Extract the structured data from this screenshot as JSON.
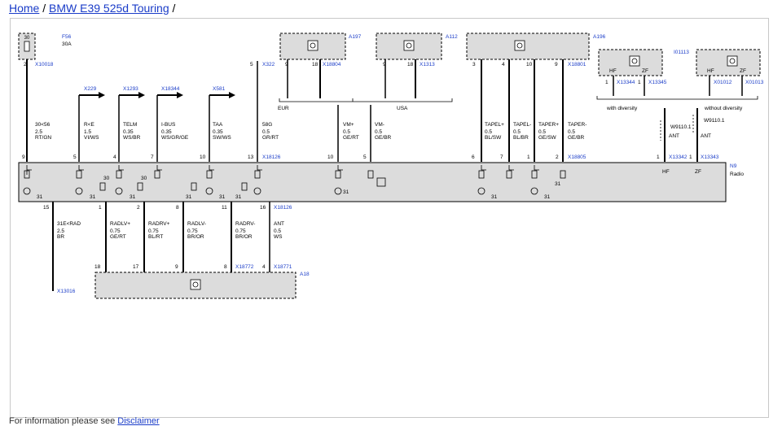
{
  "breadcrumb": {
    "home": "Home",
    "separator": "/",
    "current": "BMW E39 525d Touring",
    "trailing": "/"
  },
  "footer": {
    "text": "For information please see ",
    "link": "Disclaimer"
  },
  "fuse": {
    "id": "F56",
    "rating_top": "30",
    "rating": "30A",
    "pin": "2",
    "connector": "X10018"
  },
  "outputs": [
    {
      "pin": "",
      "connector": "X229",
      "signal": "R<E",
      "size": "1.5",
      "color": "VI/WS",
      "radio_pin": "5"
    },
    {
      "pin": "",
      "connector": "X1293",
      "signal": "TELM",
      "size": "0.35",
      "color": "WS/BR",
      "radio_pin": "4"
    },
    {
      "pin": "",
      "connector": "X18344",
      "signal": "I-BUS",
      "size": "0.35",
      "color": "WS/GR/GE",
      "radio_pin": "7"
    },
    {
      "pin": "",
      "connector": "X581",
      "signal": "TAA",
      "size": "0.35",
      "color": "SW/WS",
      "radio_pin": "10"
    }
  ],
  "wire_30": {
    "signal": "30<56",
    "size": "2.5",
    "color": "RT/GN",
    "radio_pin": "9"
  },
  "wire_58g": {
    "pin": "5",
    "connector": "X322",
    "signal": "58G",
    "size": "0.5",
    "color": "GR/RT",
    "radio_pin": "13",
    "radio_conn": "X18126"
  },
  "a197": {
    "id": "A197",
    "pins": [
      "9",
      "18"
    ],
    "connector": "X18804",
    "label": "EUR"
  },
  "a112": {
    "id": "A112",
    "pins": [
      "9",
      "18"
    ],
    "connector": "X1313",
    "label": "USA"
  },
  "vm": [
    {
      "signal": "VM+",
      "size": "0.5",
      "color": "GE/RT",
      "radio_pin": "10"
    },
    {
      "signal": "VM-",
      "size": "0.5",
      "color": "GE/BR",
      "radio_pin": "5"
    }
  ],
  "a196": {
    "id": "A196",
    "pins": [
      "3",
      "4",
      "10",
      "9"
    ],
    "connector": "X18801"
  },
  "tapes": [
    {
      "signal": "TAPEL+",
      "size": "0.5",
      "color": "BL/SW",
      "radio_pin": "6"
    },
    {
      "signal": "TAPEL-",
      "size": "0.5",
      "color": "BL/BR",
      "radio_pin": "7"
    },
    {
      "signal": "TAPER+",
      "size": "0.5",
      "color": "GE/SW",
      "radio_pin": "1"
    },
    {
      "signal": "TAPER-",
      "size": "0.5",
      "color": "GE/BR",
      "radio_pin": "2"
    }
  ],
  "tape_conn": "X18805",
  "i01113": {
    "id": "I01113"
  },
  "ant_with": {
    "hf": "HF",
    "zf": "ZF",
    "pin1": "1",
    "conn1": "X13344",
    "pin2": "1",
    "conn2": "X13345",
    "label": "with diversity"
  },
  "ant_without": {
    "hf": "HF",
    "zf": "ZF",
    "conn1": "X01012",
    "conn2": "X01013",
    "label": "without diversity"
  },
  "ant_wire": {
    "label1": "W9110.1",
    "label2": "W9110.1",
    "signal": "ANT",
    "signal2": "ANT",
    "pin1": "1",
    "conn1": "X13342",
    "pin2": "1",
    "conn2": "X13343"
  },
  "radio": {
    "id": "N9",
    "name": "Radio",
    "hf": "HF",
    "zf": "ZF",
    "ground": "31",
    "fuse_val": "30"
  },
  "lower": [
    {
      "pin": "15",
      "signal": "31E<RAD",
      "size": "2.5",
      "color": "BR"
    },
    {
      "pin": "1",
      "signal": "RADLV+",
      "size": "0.75",
      "color": "GE/RT",
      "a18_pin": "18"
    },
    {
      "pin": "2",
      "signal": "RADRV+",
      "size": "0.75",
      "color": "BL/RT",
      "a18_pin": "17"
    },
    {
      "pin": "8",
      "signal": "RADLV-",
      "size": "0.75",
      "color": "BR/OR",
      "a18_pin": "9"
    },
    {
      "pin": "11",
      "signal": "RADRV-",
      "size": "0.75",
      "color": "BR/OR",
      "a18_pin": "8"
    },
    {
      "pin": "16",
      "signal": "ANT",
      "size": "0.5",
      "color": "WS",
      "a18_pin": "4"
    }
  ],
  "lower_conn": "X18126",
  "lower_gnd_conn": "X13016",
  "a18": {
    "id": "A18",
    "conn1": "X18772",
    "conn2": "X18771"
  },
  "colors": {
    "link": "#1a3cc8",
    "box": "#dcdcdc",
    "line": "#000000"
  }
}
